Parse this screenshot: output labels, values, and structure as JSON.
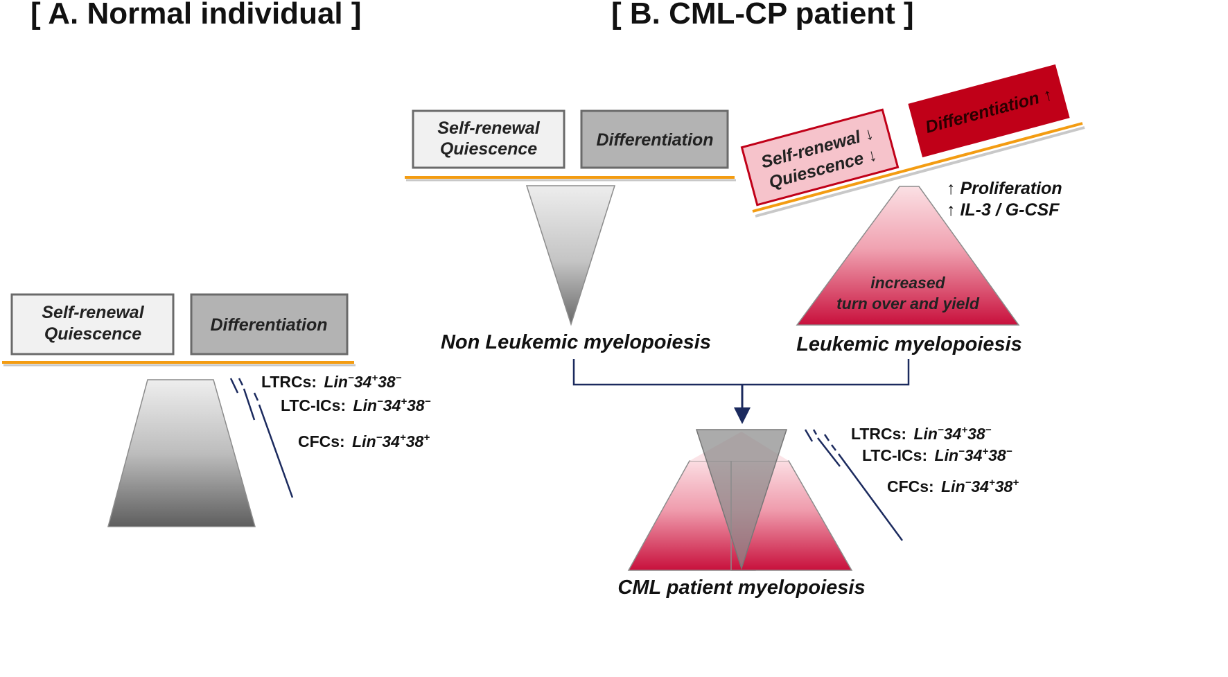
{
  "panel_a": {
    "title": "[ A. Normal individual ]",
    "box_left_line1": "Self-renewal",
    "box_left_line2": "Quiescence",
    "box_right": "Differentiation",
    "markers": [
      {
        "name": "LTRCs:",
        "lin": "Lin",
        "sup1": "−",
        "mid": "34",
        "sup2": "+",
        "end": "38",
        "sup3": "−"
      },
      {
        "name": "LTC-ICs:",
        "lin": "Lin",
        "sup1": "−",
        "mid": "34",
        "sup2": "+",
        "end": "38",
        "sup3": "−"
      },
      {
        "name": "CFCs:",
        "lin": "Lin",
        "sup1": "−",
        "mid": "34",
        "sup2": "+",
        "end": "38",
        "sup3": "+"
      }
    ]
  },
  "panel_b": {
    "title": "[ B. CML-CP patient ]",
    "nonleuk_box_left_line1": "Self-renewal",
    "nonleuk_box_left_line2": "Quiescence",
    "nonleuk_box_right": "Differentiation",
    "nonleuk_caption": "Non Leukemic myelopoiesis",
    "leuk_box_left_line1": "Self-renewal ↓",
    "leuk_box_left_line2": "Quiescence ↓",
    "leuk_box_right": "Differentiation ↑",
    "leuk_note_1": "↑ Proliferation",
    "leuk_note_2": "↑ IL-3 / G-CSF",
    "leuk_inner_1": "increased",
    "leuk_inner_2": "turn over and yield",
    "leuk_caption": "Leukemic myelopoiesis",
    "cml_caption": "CML patient myelopoiesis",
    "markers": [
      {
        "name": "LTRCs:",
        "lin": "Lin",
        "sup1": "−",
        "mid": "34",
        "sup2": "+",
        "end": "38",
        "sup3": "−"
      },
      {
        "name": "LTC-ICs:",
        "lin": "Lin",
        "sup1": "−",
        "mid": "34",
        "sup2": "+",
        "end": "38",
        "sup3": "−"
      },
      {
        "name": "CFCs:",
        "lin": "Lin",
        "sup1": "−",
        "mid": "34",
        "sup2": "+",
        "end": "38",
        "sup3": "+"
      }
    ]
  },
  "colors": {
    "orange_line": "#f39c12",
    "navy": "#1b2a5e",
    "dark_red": "#c00018",
    "pink_box": "#f6c3cb"
  }
}
